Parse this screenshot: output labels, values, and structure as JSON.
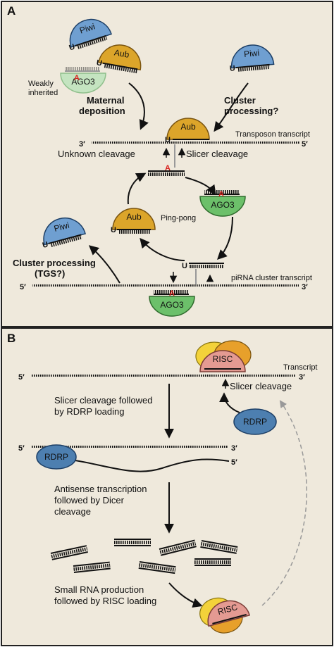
{
  "panel_a": {
    "label": "A",
    "proteins": {
      "piwi": "Piwi",
      "aub": "Aub",
      "ago3": "AGO3"
    },
    "weakly_inherited": [
      "Weakly",
      "inherited"
    ],
    "maternal_deposition": [
      "Maternal",
      "deposition"
    ],
    "cluster_processing_q": [
      "Cluster",
      "processing?"
    ],
    "transposon_transcript": "Transposon transcript",
    "unknown_cleavage": "Unknown cleavage",
    "slicer_cleavage": "Slicer cleavage",
    "ping_pong": "Ping-pong",
    "cluster_processing_tgs": [
      "Cluster processing",
      "(TGS?)"
    ],
    "pirna_cluster_transcript": "piRNA cluster transcript",
    "u_mark": "U",
    "a_mark": "A",
    "three_prime": "3′",
    "five_prime": "5′"
  },
  "panel_b": {
    "label": "B",
    "transcript": "Transcript",
    "risc": "RISC",
    "rdrp": "RDRP",
    "slicer_cleavage": "Slicer cleavage",
    "step1": [
      "Slicer cleavage followed",
      "by RDRP loading"
    ],
    "step2": [
      "Antisense transcription",
      "followed by Dicer",
      "cleavage"
    ],
    "step3": [
      "Small RNA production",
      "followed by RISC loading"
    ],
    "three_prime": "3′",
    "five_prime": "5′"
  },
  "colors": {
    "panel_bg": "#efe9dc",
    "border": "#222222",
    "piwi": "#6f9fd1",
    "aub": "#dca52a",
    "ago3": "#6cc06a",
    "ago3_faded": "#c4e4c0",
    "risc": "#e49a92",
    "rdrp": "#4d7fb0",
    "yellow": "#f3d23a",
    "orange": "#e7a02b",
    "red_a": "#d8231f"
  }
}
